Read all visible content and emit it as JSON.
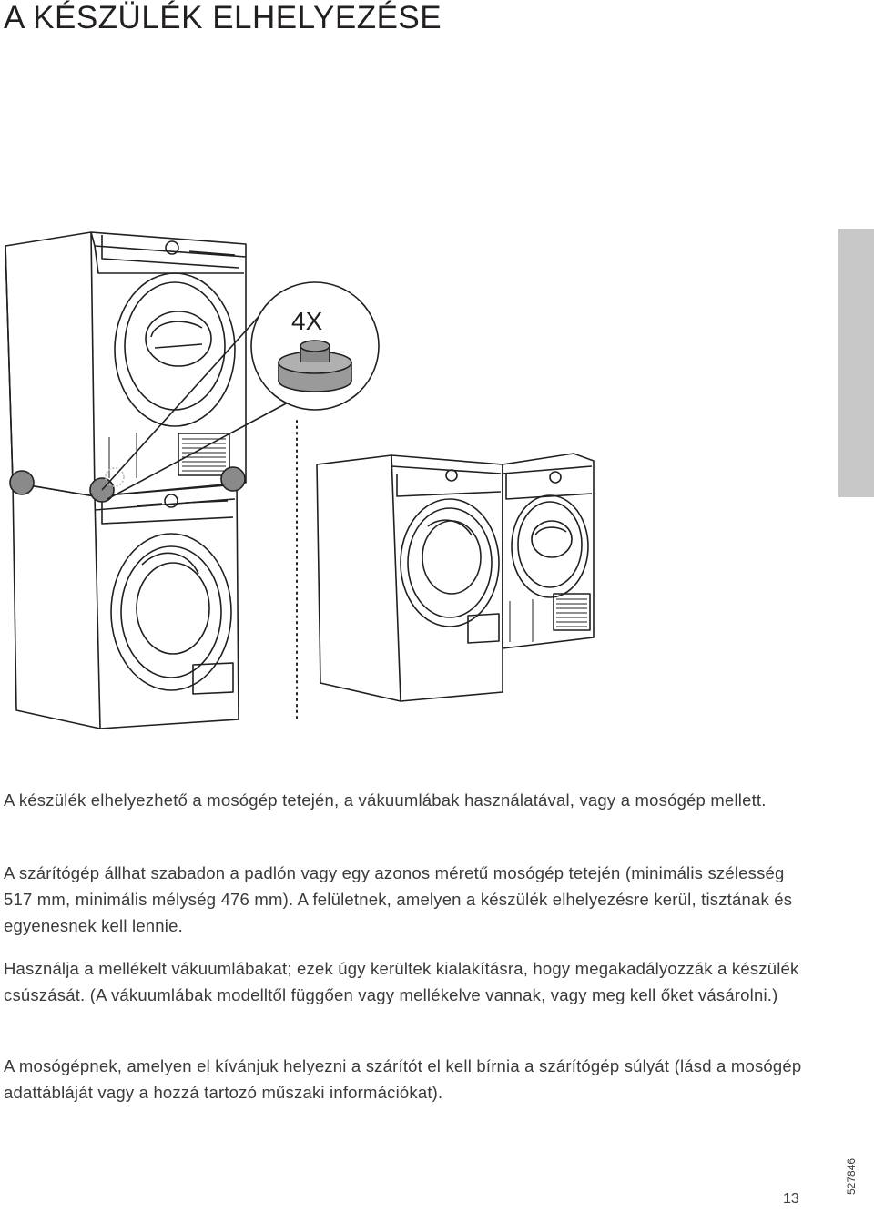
{
  "page": {
    "title": "A KÉSZÜLÉK ELHELYEZÉSE",
    "page_number": "13",
    "doc_code": "527846"
  },
  "illustration": {
    "callout_label": "4X",
    "icons": [
      "stacked-appliances",
      "vacuum-foot-icon",
      "side-by-side-appliances"
    ]
  },
  "paragraphs": [
    "A készülék elhelyezhető a mosógép tetején, a vákuumlábak használatával, vagy a mosógép mellett.",
    "A szárítógép állhat szabadon a padlón vagy egy azonos méretű mosógép tetején (minimális szélesség 517 mm, minimális mélység 476 mm). A felületnek, amelyen a készülék elhelyezésre kerül, tisztának és egyenesnek kell lennie.",
    "Használja a mellékelt vákuumlábakat; ezek úgy kerültek kialakításra, hogy megakadályozzák a készülék csúszását. (A vákuumlábak modelltől függően vagy mellékelve vannak, vagy meg kell őket vásárolni.)",
    "A mosógépnek, amelyen el kívánjuk helyezni a szárítót el kell bírnia a szárítógép súlyát (lásd a mosógép adattábláját vagy a hozzá tartozó műszaki információkat)."
  ],
  "colors": {
    "text": "#231f20",
    "side_tab": "#c8c8c8",
    "line_art": "#231f20",
    "foot_fill": "#8a8a8a"
  }
}
